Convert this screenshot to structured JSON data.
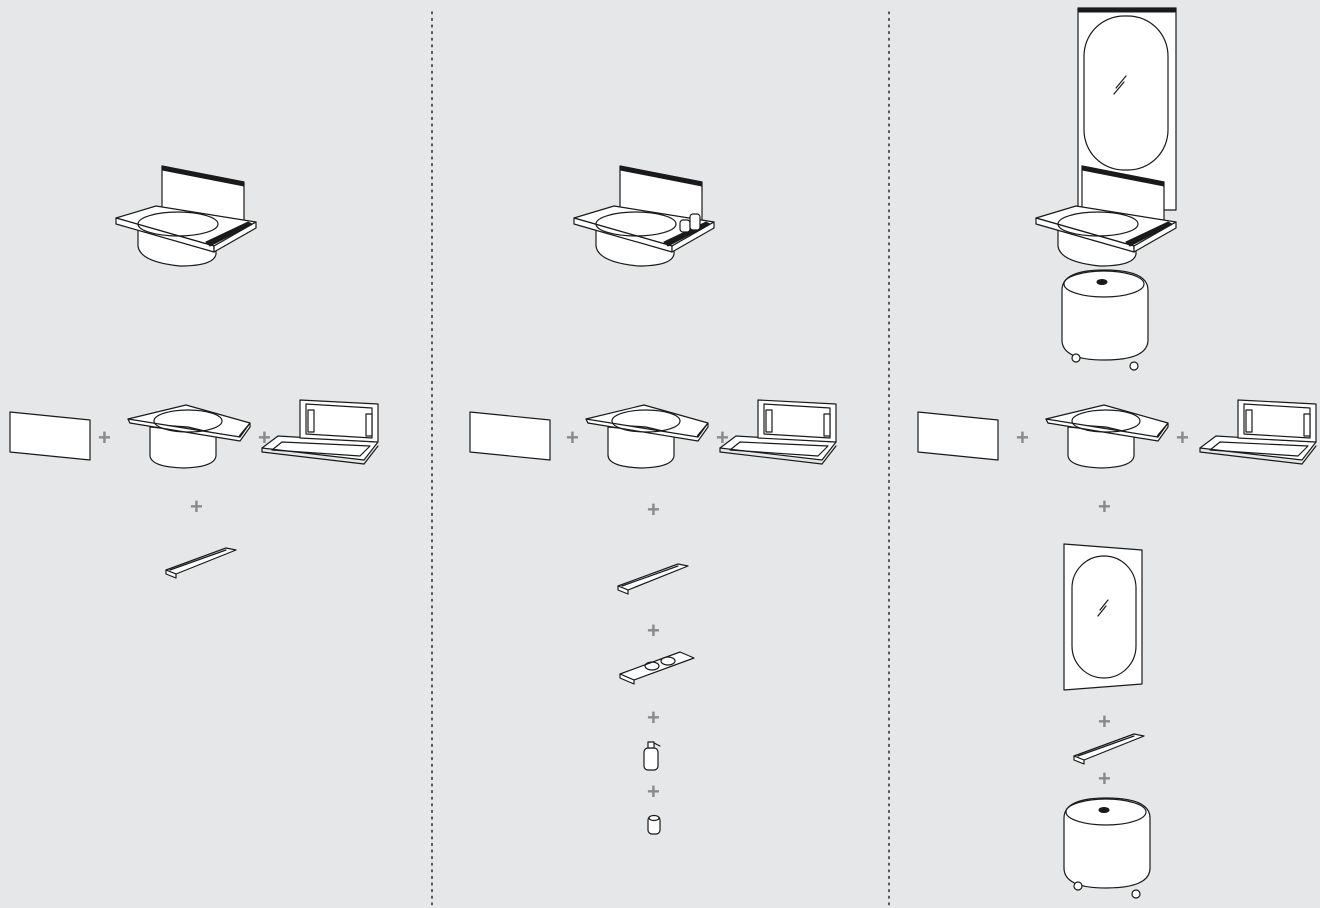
{
  "diagram": {
    "background": "#e6e7e8",
    "line_color": "#1a1a1a",
    "plus_color": "#8a8a8a",
    "plus_symbol": "+",
    "columns": [
      {
        "assembled": "washbasin-with-backsplash-and-shelf",
        "parts": [
          "backsplash-panel",
          "oval-basin",
          "wall-frame",
          "shelf"
        ]
      },
      {
        "assembled": "washbasin-with-backsplash-and-accessory-tray",
        "parts": [
          "backsplash-panel",
          "oval-basin",
          "wall-frame",
          "shelf",
          "accessory-tray",
          "soap-dispenser",
          "tumbler"
        ]
      },
      {
        "assembled": "washbasin-with-mirror-and-laundry-bin",
        "parts": [
          "backsplash-panel",
          "oval-basin",
          "wall-frame",
          "mirror",
          "shelf",
          "laundry-bin"
        ]
      }
    ]
  }
}
